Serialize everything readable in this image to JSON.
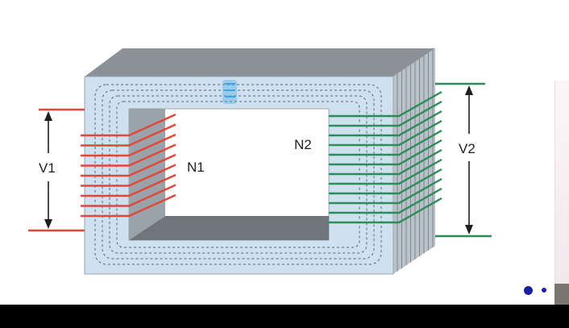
{
  "labels": {
    "v1": "V1",
    "n1": "N1",
    "n2": "N2",
    "v2": "V2"
  },
  "colors": {
    "core_face": "#cfe1ee",
    "core_top": "#8a9298",
    "core_side": "#b9c2c8",
    "window_inner": "#6f767b",
    "primary_coil": "#e0473a",
    "secondary_coil": "#2e8b5a",
    "flux_lines": "#5b6470",
    "flux_arrow": "#3aa6e8",
    "dots": "#1b1f9e"
  },
  "coils": {
    "primary_turns": 9,
    "secondary_turns": 12
  }
}
